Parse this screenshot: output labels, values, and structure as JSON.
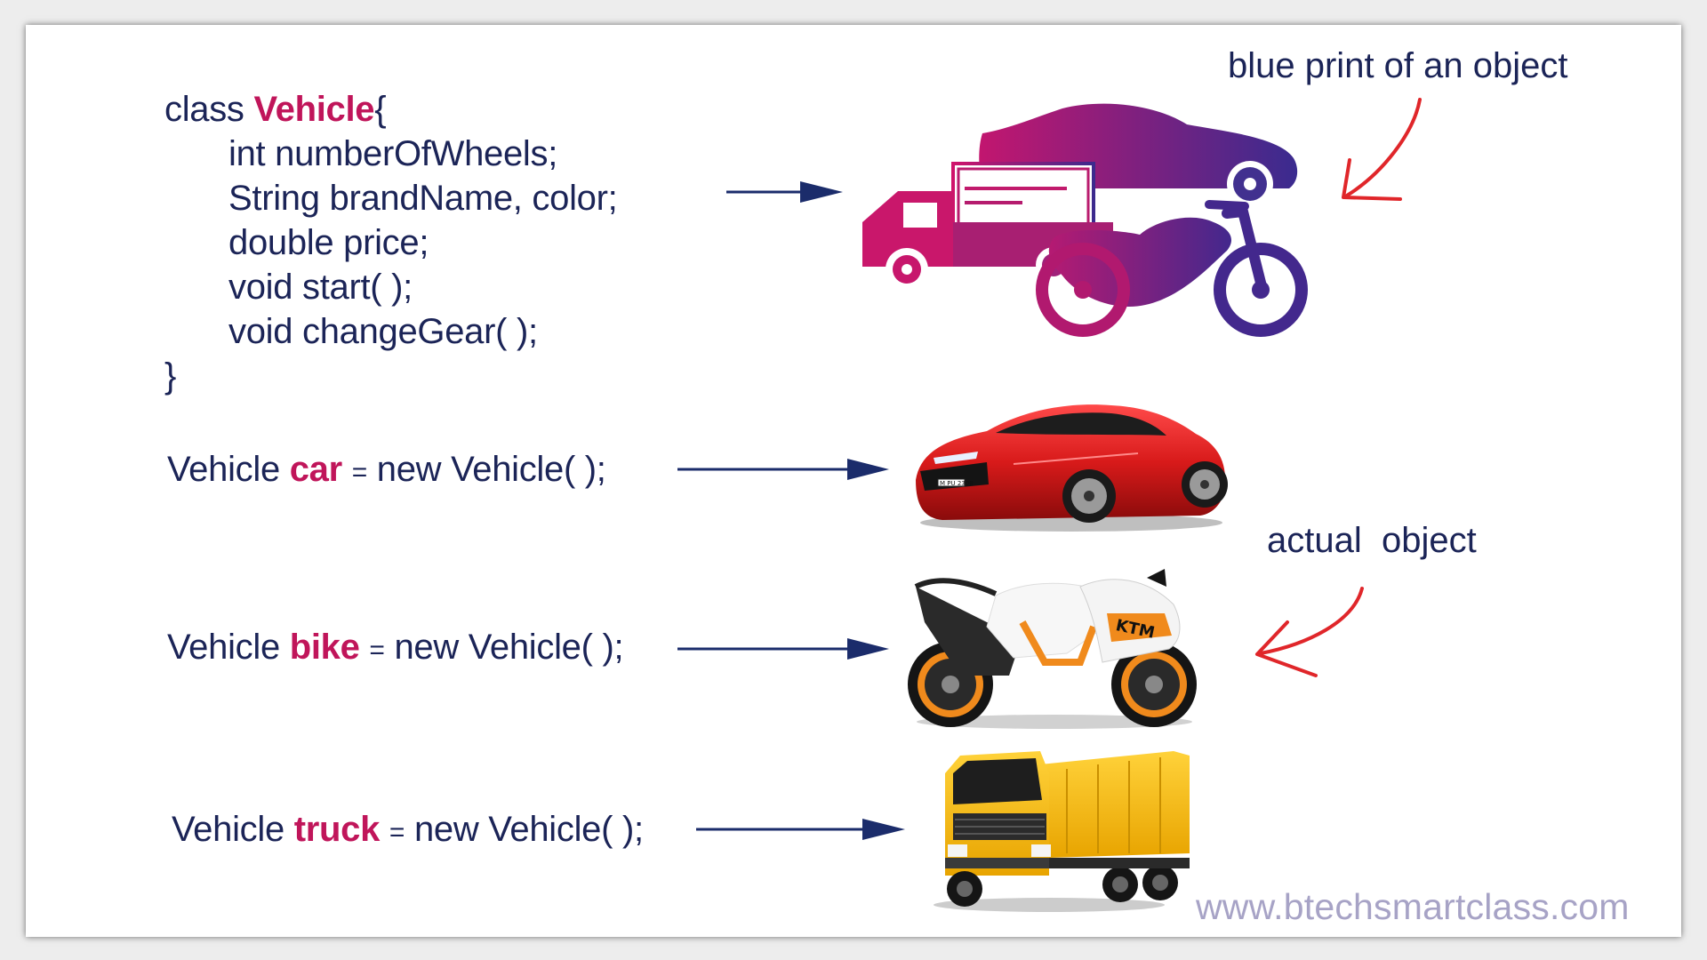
{
  "class_definition": {
    "keyword": "class",
    "class_name": "Vehicle",
    "open_brace": "{",
    "members": [
      "int numberOfWheels;",
      "String brandName, color;",
      "double price;",
      "void start( );",
      "void changeGear( );"
    ],
    "close_brace": "}"
  },
  "instantiations": [
    {
      "type": "Vehicle",
      "name": "car",
      "assign": "=",
      "expr": "new Vehicle( );",
      "image": "red-sports-car"
    },
    {
      "type": "Vehicle",
      "name": "bike",
      "assign": "=",
      "expr": "new Vehicle( );",
      "image": "orange-ktm-motorcycle"
    },
    {
      "type": "Vehicle",
      "name": "truck",
      "assign": "=",
      "expr": "new Vehicle( );",
      "image": "yellow-dump-truck"
    }
  ],
  "notes": {
    "blueprint": "blue print of an object",
    "actual": "actual  object"
  },
  "car_plate": "M PU 2308",
  "bike_brand": "KTM",
  "footer": "www.btechsmartclass.com",
  "colors": {
    "code_text": "#1b2457",
    "keyword": "#c0155a",
    "arrow_navy": "#1b2c6b",
    "arrow_red": "#e0262a",
    "gradient_start": "#d1136b",
    "gradient_end": "#3b2a8e",
    "footer": "#a7a3c6"
  }
}
